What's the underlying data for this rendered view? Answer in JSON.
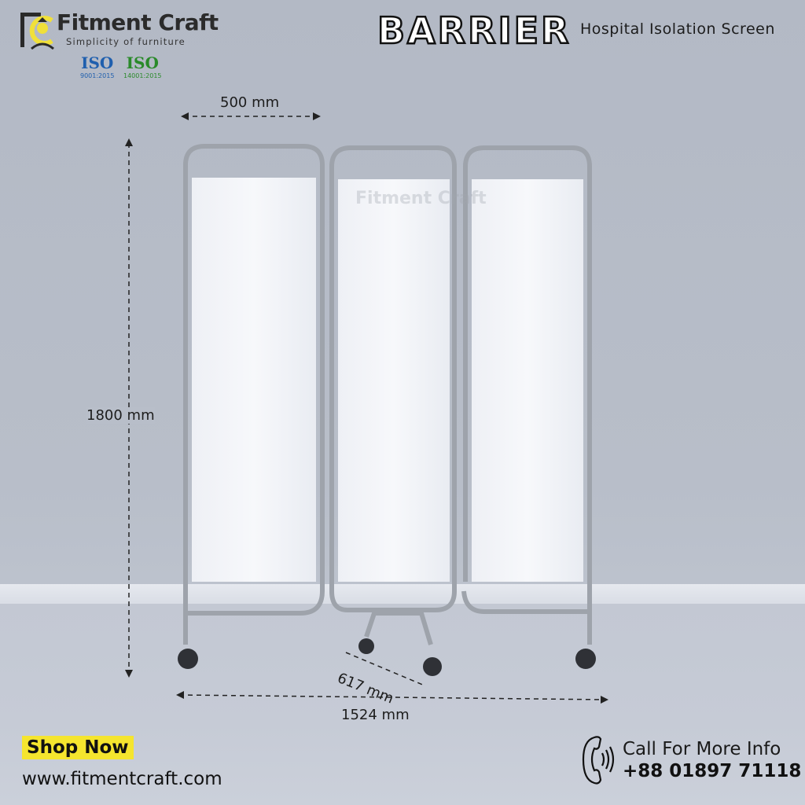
{
  "brand": {
    "name": "Fitment Craft",
    "tagline": "Simplicity of furniture",
    "certifications": [
      {
        "label": "ISO",
        "standard": "9001:2015",
        "color": "#1f5fae"
      },
      {
        "label": "ISO",
        "standard": "14001:2015",
        "color": "#2a8a2a"
      }
    ],
    "accent": "#f5e52e"
  },
  "product": {
    "name": "BARRIER",
    "subtitle": "Hospital Isolation Screen",
    "watermark": "Fitment Craft"
  },
  "dimensions": {
    "panel_width": "500 mm",
    "height": "1800 mm",
    "depth": "617 mm",
    "total_width": "1524 mm"
  },
  "footer": {
    "shop_label": "Shop Now",
    "website": "www.fitmentcraft.com",
    "call_label": "Call For More Info",
    "phone": "+88 01897 71118",
    "phone_icon": "phone-icon"
  }
}
